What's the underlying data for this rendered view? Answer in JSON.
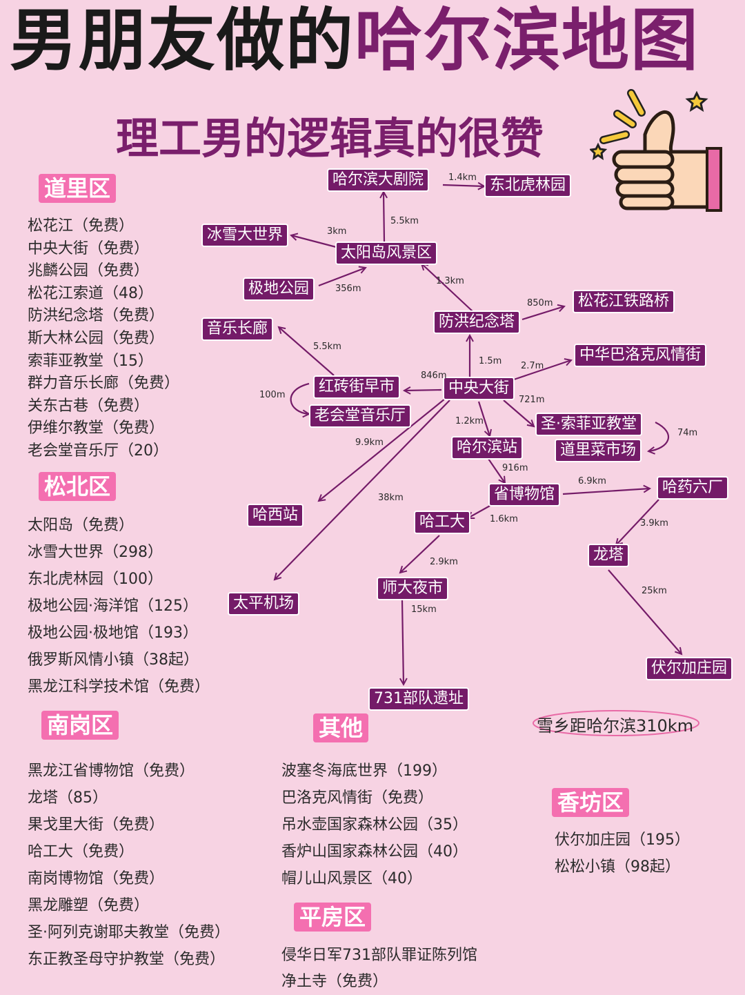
{
  "title": {
    "part1": "男朋友做的",
    "part2": "哈尔滨地图"
  },
  "subtitle": "理工男的逻辑真的很赞",
  "colors": {
    "background": "#f7d3e3",
    "accent": "#7a1f6c",
    "node": "#741b68",
    "badge": "#f46fb0"
  },
  "icons": {
    "thumbs_up": "thumbs-up-icon",
    "sparkle": "sparkle-icon"
  },
  "districts": {
    "daoli": {
      "name": "道里区",
      "items": [
        "松花江（免费）",
        "中央大街（免费）",
        "兆麟公园（免费）",
        "松花江索道（48）",
        "防洪纪念塔（免费）",
        "斯大林公园（免费）",
        "索菲亚教堂（15）",
        "群力音乐长廊（免费）",
        "关东古巷（免费）",
        "伊维尔教堂（免费）",
        "老会堂音乐厅（20）"
      ]
    },
    "songbei": {
      "name": "松北区",
      "items": [
        "太阳岛（免费）",
        "冰雪大世界（298）",
        "东北虎林园（100）",
        "极地公园·海洋馆（125）",
        "极地公园·极地馆（193）",
        "俄罗斯风情小镇（38起）",
        "黑龙江科学技术馆（免费）"
      ]
    },
    "nangang": {
      "name": "南岗区",
      "items": [
        "黑龙江省博物馆（免费）",
        "龙塔（85）",
        "果戈里大街（免费）",
        "哈工大（免费）",
        "南岗博物馆（免费）",
        "黑龙雕塑（免费）",
        "圣·阿列克谢耶夫教堂（免费）",
        "东正教圣母守护教堂（免费）"
      ]
    },
    "other": {
      "name": "其他",
      "items": [
        "波塞冬海底世界（199）",
        "巴洛克风情街（免费）",
        "吊水壶国家森林公园（35）",
        "香炉山国家森林公园（40）",
        "帽儿山风景区（40）"
      ]
    },
    "xiangfang": {
      "name": "香坊区",
      "items": [
        "伏尔加庄园（195）",
        "松松小镇（98起）"
      ]
    },
    "pingfang": {
      "name": "平房区",
      "items": [
        "侵华日军731部队罪证陈列馆",
        "净土寺（免费）"
      ]
    }
  },
  "map": {
    "nodes": {
      "grand_theatre": "哈尔滨大剧院",
      "tiger_park": "东北虎林园",
      "ice_world": "冰雪大世界",
      "sun_island": "太阳岛风景区",
      "polar_park": "极地公园",
      "railway_bridge": "松花江铁路桥",
      "flood_tower": "防洪纪念塔",
      "music_gallery": "音乐长廊",
      "baroque_street": "中华巴洛克风情街",
      "brick_market": "红砖街早市",
      "central_street": "中央大街",
      "old_hall": "老会堂音乐厅",
      "sophia_church": "圣·索菲亚教堂",
      "daoli_market": "道里菜市场",
      "harbin_station": "哈尔滨站",
      "museum": "省博物馆",
      "pharma_factory": "哈药六厂",
      "west_station": "哈西站",
      "hit": "哈工大",
      "dragon_tower": "龙塔",
      "airport": "太平机场",
      "night_market": "师大夜市",
      "volga_manor": "伏尔加庄园",
      "unit731": "731部队遗址"
    },
    "distances": {
      "theatre_tiger": "1.4km",
      "sun_theatre": "5.5km",
      "sun_ice": "3km",
      "polar_sun": "356m",
      "flood_sun": "1.3km",
      "flood_bridge": "850m",
      "brick_music": "5.5km",
      "central_flood": "1.5m",
      "central_baroque": "2.7m",
      "central_brick": "846m",
      "brick_oldhall": "100m",
      "central_sophia": "721m",
      "sophia_market": "74m",
      "central_station": "1.2km",
      "central_weststation": "9.9km",
      "central_airport": "38km",
      "station_museum": "916m",
      "museum_pharma": "6.9km",
      "museum_hit": "1.6km",
      "pharma_dragon": "3.9km",
      "hit_nightmarket": "2.9km",
      "dragon_volga": "25km",
      "nightmarket_731": "15km"
    }
  },
  "note": "雪乡距哈尔滨310km"
}
